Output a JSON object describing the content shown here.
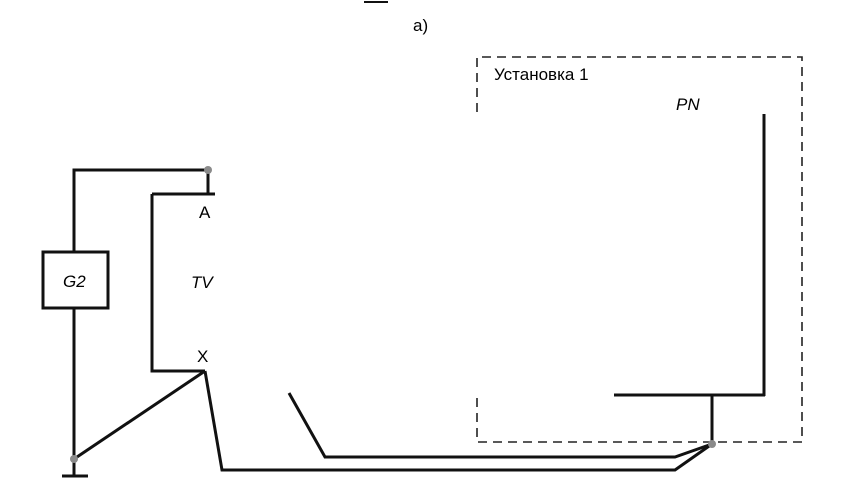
{
  "diagram": {
    "figure_label": "a)",
    "box_caption": "Установка 1",
    "labels": {
      "pn": "PN",
      "g2": "G2",
      "tv": "TV",
      "terminal_a": "A",
      "terminal_x": "X"
    },
    "colors": {
      "wire": "#111111",
      "node": "#8a8a8a",
      "dashed_border": "#222222"
    }
  }
}
